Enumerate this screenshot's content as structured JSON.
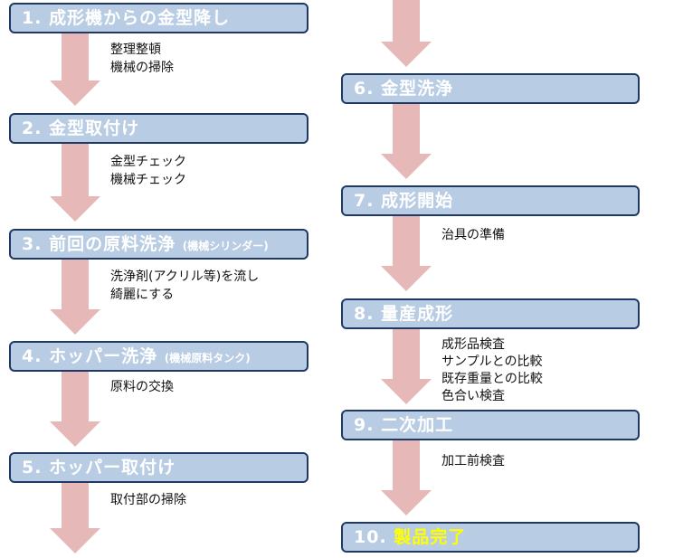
{
  "steps": [
    {
      "number": "1.",
      "title": "成形機からの金型降し",
      "sub": "",
      "notes": [
        "整理整頓",
        "機械の掃除"
      ]
    },
    {
      "number": "2.",
      "title": "金型取付け",
      "sub": "",
      "notes": [
        "金型チェック",
        "機械チェック"
      ]
    },
    {
      "number": "3.",
      "title": "前回の原料洗浄",
      "sub": "(機械シリンダー)",
      "notes": [
        "洗浄剤(アクリル等)を流し",
        "綺麗にする"
      ]
    },
    {
      "number": "4.",
      "title": "ホッパー洗浄",
      "sub": "(機械原料タンク)",
      "notes": [
        "原料の交換"
      ]
    },
    {
      "number": "5.",
      "title": "ホッパー取付け",
      "sub": "",
      "notes": [
        "取付部の掃除"
      ]
    },
    {
      "number": "6.",
      "title": "金型洗浄",
      "sub": "",
      "notes": []
    },
    {
      "number": "7.",
      "title": "成形開始",
      "sub": "",
      "notes": [
        "治具の準備"
      ]
    },
    {
      "number": "8.",
      "title": "量産成形",
      "sub": "",
      "notes": [
        "成形品検査",
        "サンプルとの比較",
        "既存重量との比較",
        "色合い検査"
      ]
    },
    {
      "number": "9.",
      "title": "二次加工",
      "sub": "",
      "notes": [
        "加工前検査"
      ]
    },
    {
      "number": "10.",
      "title": "製品完了",
      "sub": "",
      "notes": []
    }
  ],
  "colors": {
    "box_fill": "#b8cce4",
    "box_border": "#1f3864",
    "arrow": "#e6b9b8",
    "final_highlight": "#ffff00"
  }
}
